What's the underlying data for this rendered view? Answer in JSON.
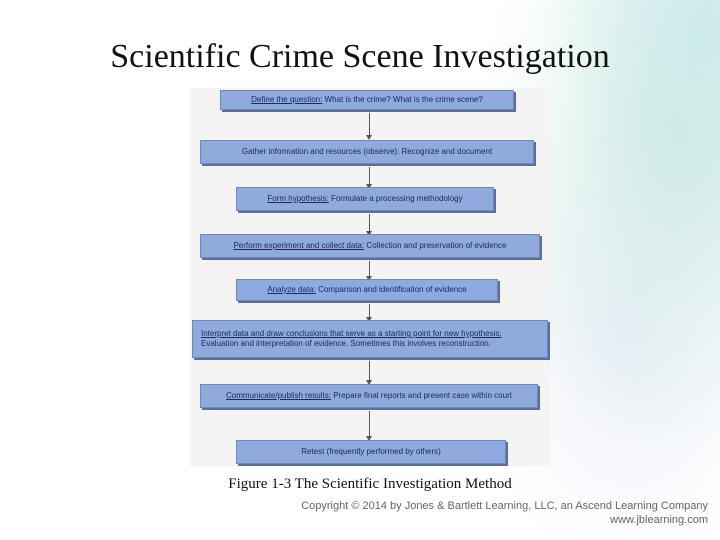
{
  "slide": {
    "title": "Scientific Crime Scene Investigation",
    "caption": "Figure 1-3 The Scientific Investigation Method",
    "copyright_line1": "Copyright © 2014 by Jones & Bartlett Learning, LLC, an Ascend Learning Company",
    "copyright_line2": "www.jblearning.com"
  },
  "steps": [
    {
      "lead": "Define the question:",
      "rest": " What is the crime? What is the crime scene?"
    },
    {
      "lead": "",
      "rest": "Gather information and resources (observe): Recognize and document"
    },
    {
      "lead": "Form hypothesis:",
      "rest": " Formulate a processing methodology"
    },
    {
      "lead": "Perform experiment and collect data:",
      "rest": " Collection and preservation of evidence"
    },
    {
      "lead": "Analyze data:",
      "rest": " Comparison and identification of evidence"
    },
    {
      "lead": "Interpret data and draw conclusions that serve as a starting point for new hypothesis:",
      "rest": "Evaluation and interpretation of evidence. Sometimes this involves reconstruction."
    },
    {
      "lead": "Communicate/publish results:",
      "rest": " Prepare final reports and present case within court"
    },
    {
      "lead": "",
      "rest": "Retest (frequently performed by others)"
    }
  ],
  "colors": {
    "box_fill": "#8faadc",
    "box_text": "#1a2a66",
    "arrow": "#555555"
  }
}
